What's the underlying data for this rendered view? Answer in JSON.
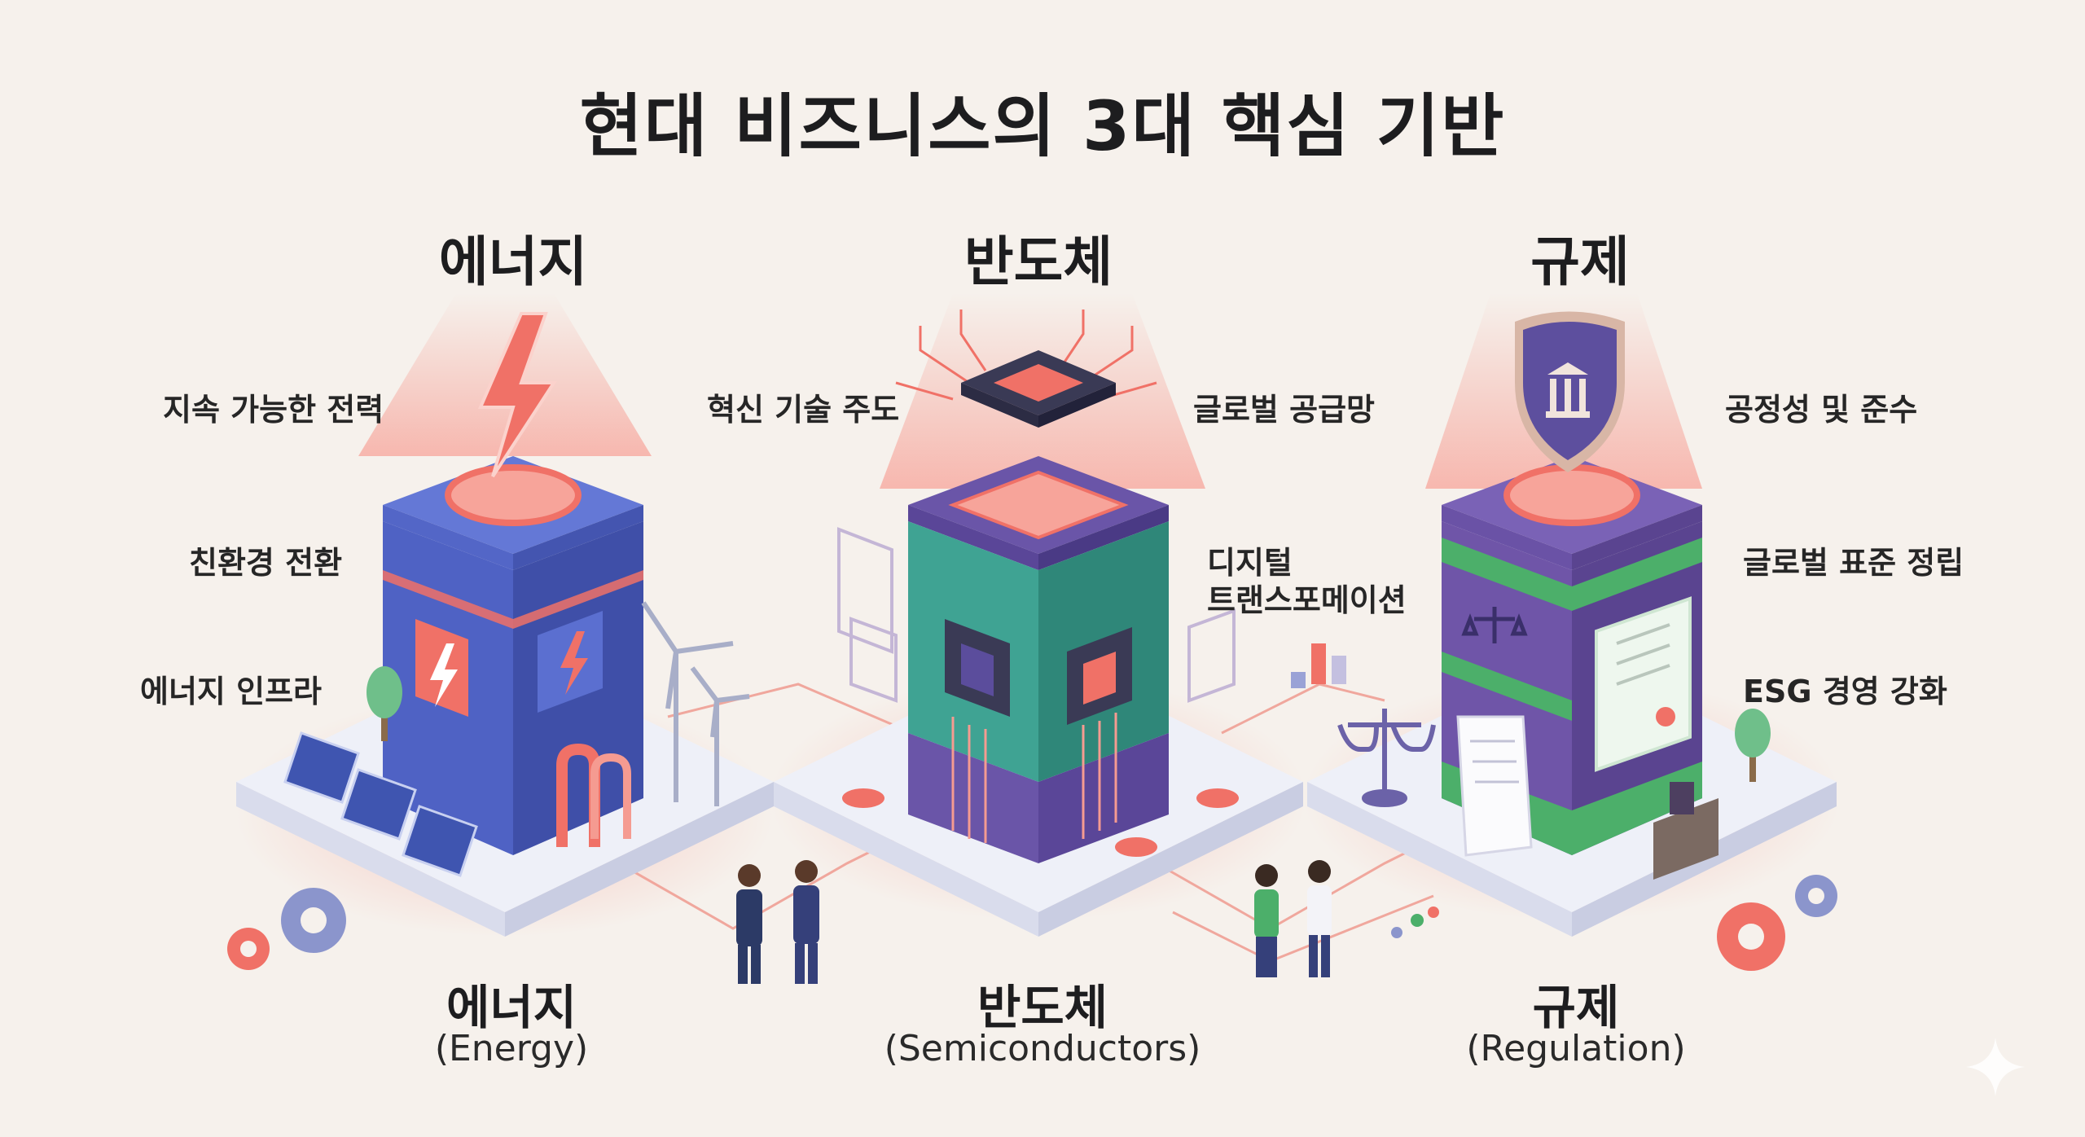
{
  "title": "현대 비즈니스의 3대 핵심 기반",
  "pillars": [
    {
      "id": "energy",
      "title": "에너지",
      "bottom_kr": "에너지",
      "bottom_en": "(Energy)",
      "labels": [
        "지속 가능한 전력",
        "친환경 전환",
        "에너지 인프라"
      ],
      "colors": {
        "body": "#4f62c4",
        "body_side": "#3f4fa8",
        "top": "#6478d6",
        "accent": "#f07167"
      }
    },
    {
      "id": "semiconductors",
      "title": "반도체",
      "bottom_kr": "반도체",
      "bottom_en": "(Semiconductors)",
      "labels": [
        "혁신 기술 주도",
        "글로벌 공급망",
        "디지털",
        "트랜스포메이션"
      ],
      "colors": {
        "body": "#3fa393",
        "body_side": "#2f8779",
        "top": "#6a55a8",
        "accent": "#f07167"
      }
    },
    {
      "id": "regulation",
      "title": "규제",
      "bottom_kr": "규제",
      "bottom_en": "(Regulation)",
      "labels": [
        "공정성 및 준수",
        "글로벌 표준 정립",
        "ESG 경영 강화"
      ],
      "colors": {
        "body": "#6f55a8",
        "body_side": "#5a4490",
        "top": "#7a62b6",
        "accent": "#4caf6a"
      }
    }
  ],
  "icons": [
    "lightning-icon",
    "chip-icon",
    "shield-building-icon",
    "solar-panel-icon",
    "wind-turbine-icon",
    "gear-icon",
    "scale-icon",
    "document-icon",
    "gavel-icon",
    "people-icon",
    "tree-icon",
    "sparkle-icon"
  ],
  "palette": {
    "background": "#f6f1ec",
    "glow": "#f7a49a",
    "platform": "#eef0f8",
    "coral": "#f07167"
  }
}
